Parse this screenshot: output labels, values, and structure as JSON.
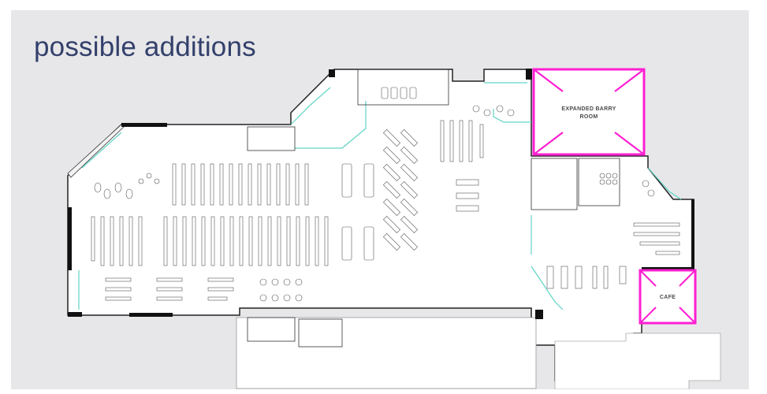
{
  "slide": {
    "title": "possible additions",
    "background": "#e7e7e9",
    "title_color": "#33406b"
  },
  "floor_plan": {
    "wall_color": "#111111",
    "glazing_color": "#5fd3c4",
    "floor_color": "#ffffff",
    "furniture_color": "#555555",
    "highlight_color": "#ff1fd2",
    "additions": [
      {
        "id": "expanded-barry-room",
        "label_line1": "EXPANDED BARRY",
        "label_line2": "ROOM"
      },
      {
        "id": "cafe",
        "label_line1": "CAFE",
        "label_line2": ""
      }
    ]
  }
}
